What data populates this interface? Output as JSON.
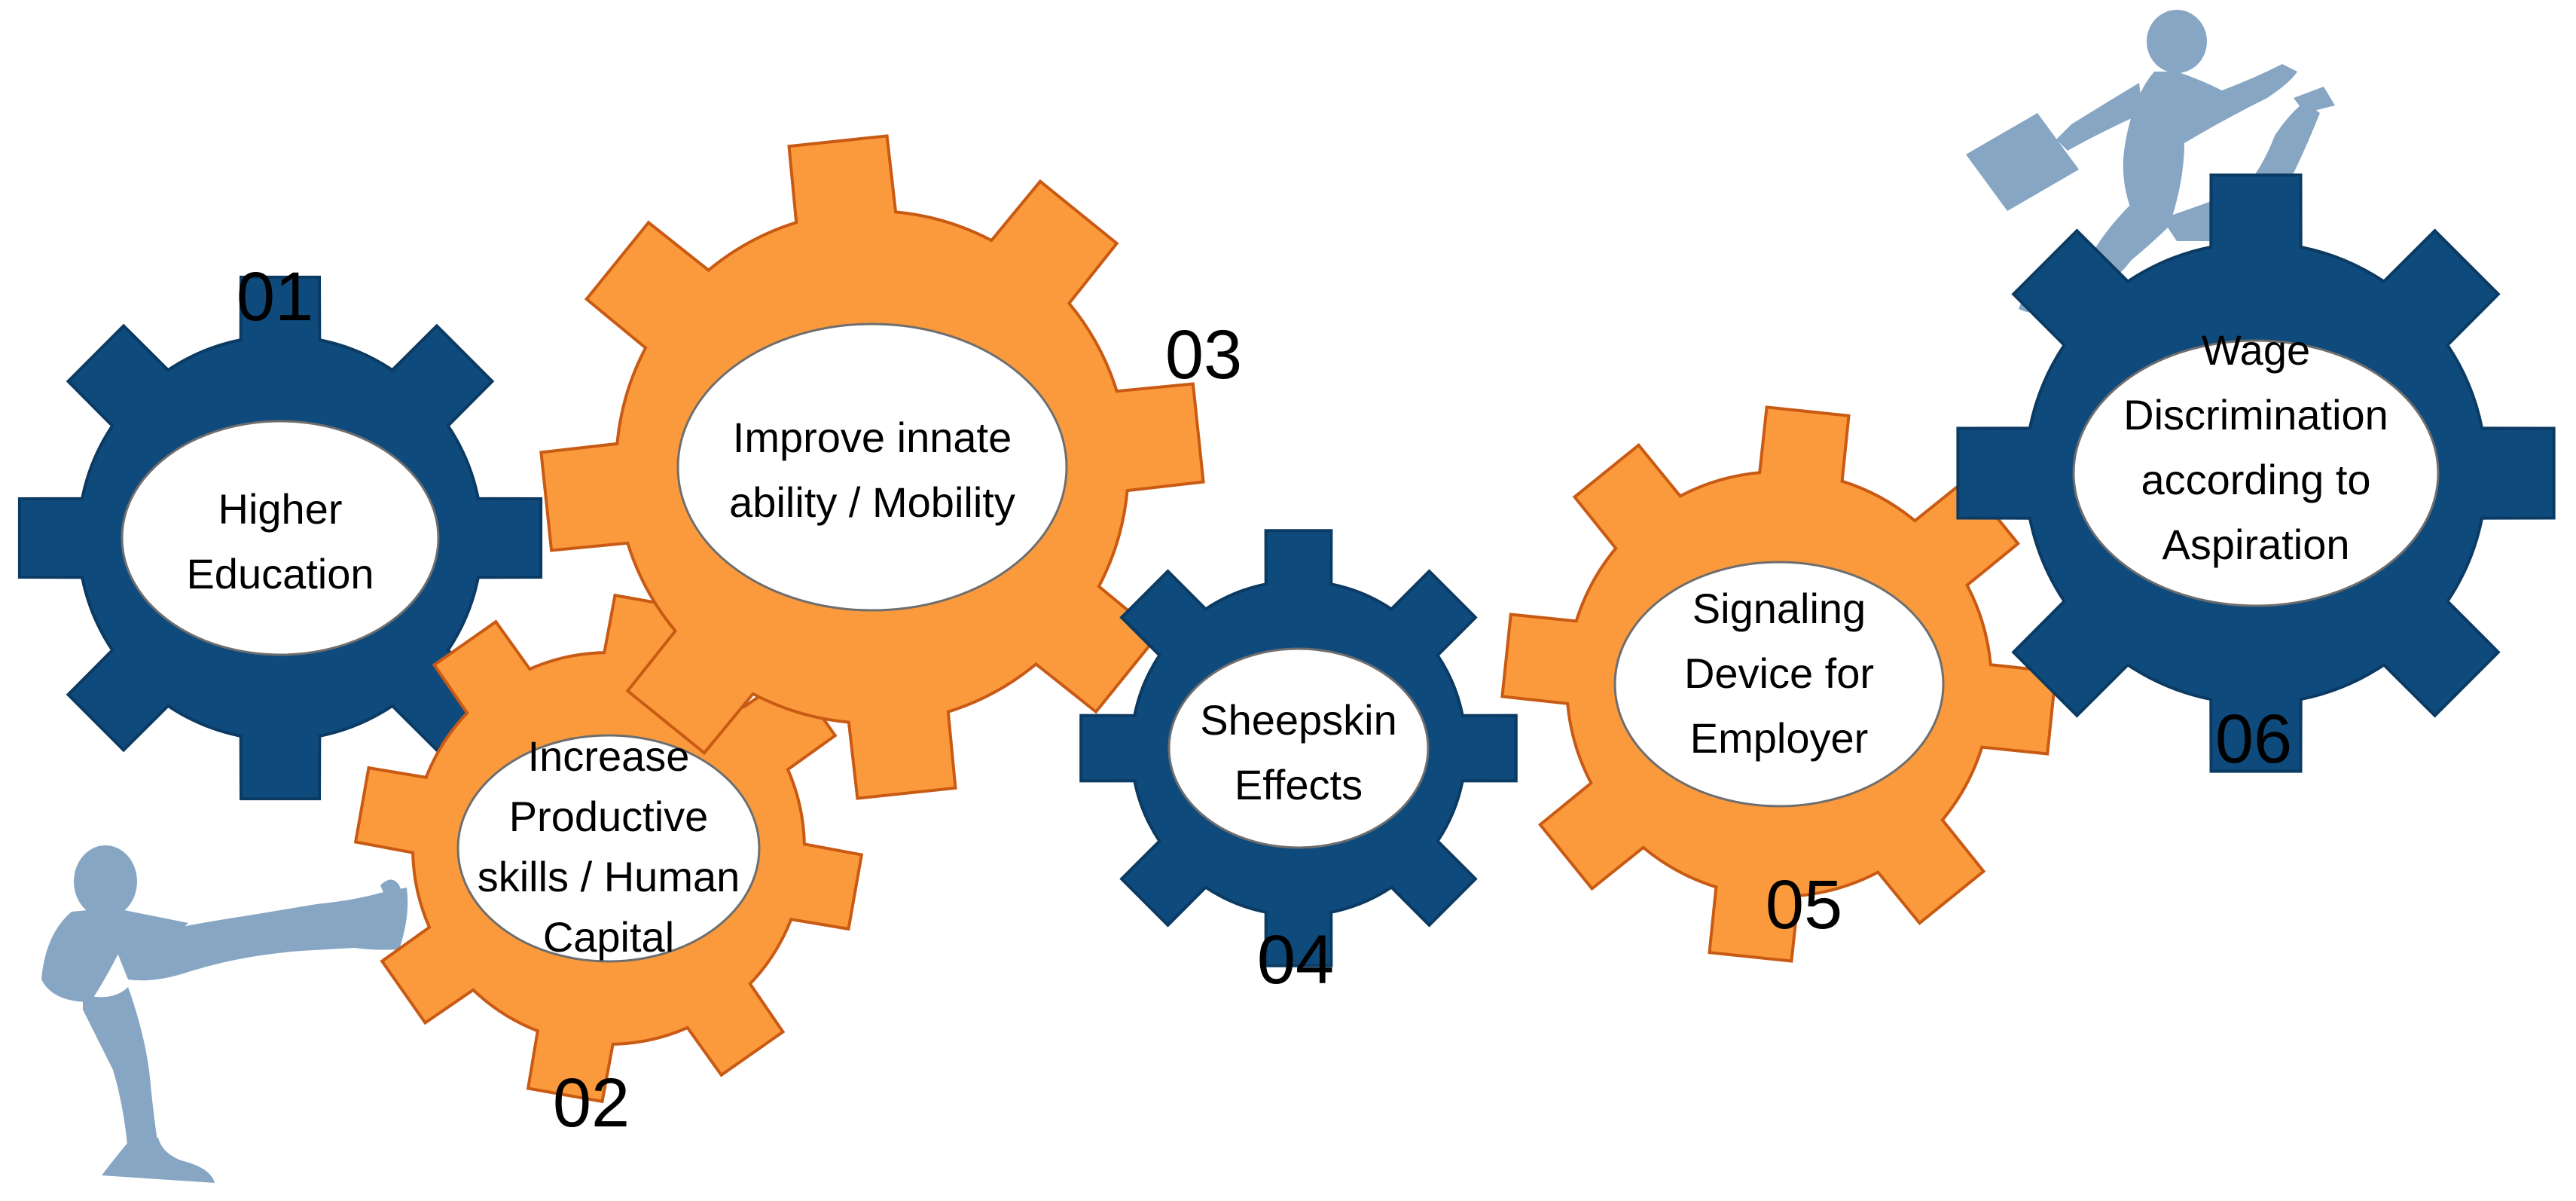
{
  "colors": {
    "blue_gear": "#0f4a7c",
    "orange_gear": "#fb9a3c",
    "orange_outline": "#c95a14",
    "figure": "#87a6c4",
    "hub": "#ffffff"
  },
  "steps": [
    {
      "number": "01",
      "color": "blue",
      "lines": [
        "Higher",
        "Education"
      ]
    },
    {
      "number": "02",
      "color": "orange",
      "lines": [
        "Increase",
        "Productive",
        "skills / Human",
        "Capital"
      ]
    },
    {
      "number": "03",
      "color": "orange",
      "lines": [
        "Improve      innate",
        "ability / Mobility"
      ]
    },
    {
      "number": "04",
      "color": "blue",
      "lines": [
        "Sheepskin",
        "Effects"
      ]
    },
    {
      "number": "05",
      "color": "orange",
      "lines": [
        "Signaling",
        "Device for",
        "Employer"
      ]
    },
    {
      "number": "06",
      "color": "blue",
      "lines": [
        "Wage",
        "Discrimination",
        "according to",
        "Aspiration"
      ]
    }
  ],
  "figures": [
    {
      "name": "kicking-person-icon"
    },
    {
      "name": "running-businessman-icon"
    }
  ]
}
